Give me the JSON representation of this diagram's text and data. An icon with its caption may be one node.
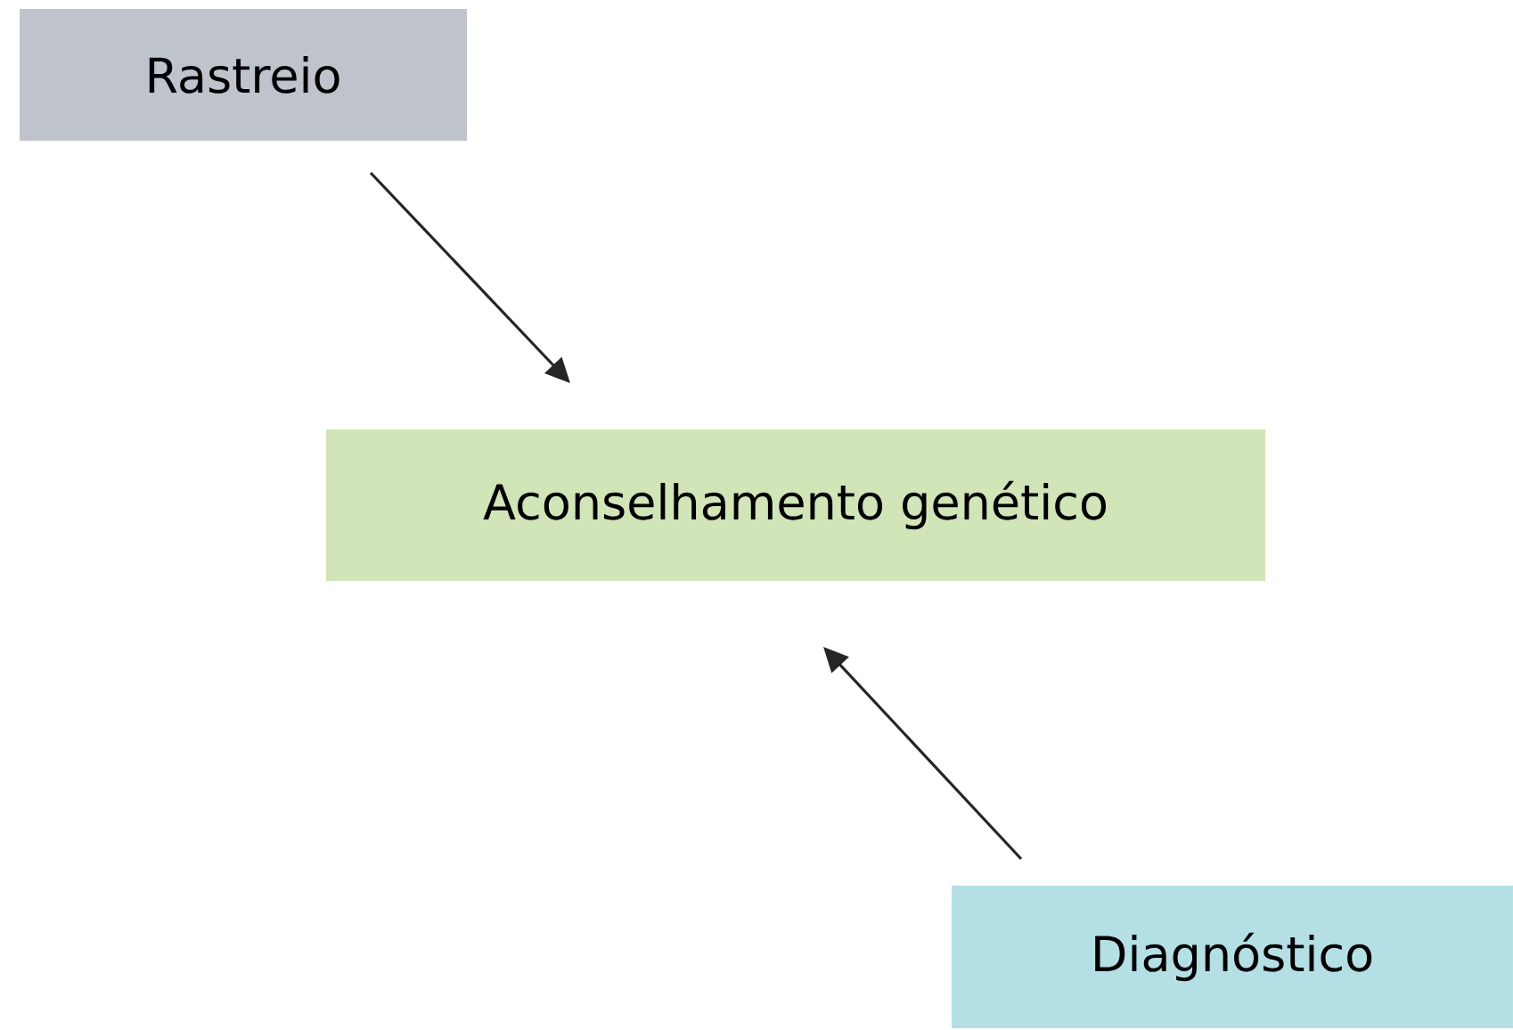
{
  "diagram": {
    "nodes": [
      {
        "text": [
          "Rastreio"
        ]
      },
      {
        "text": [
          "Aconselhamento genético"
        ]
      },
      {
        "text": [
          "Diagnóstico"
        ]
      }
    ],
    "edges": [
      {
        "from": 0,
        "to": 1,
        "arrow": "to"
      },
      {
        "from": 2,
        "to": 1,
        "arrow": "to"
      }
    ]
  }
}
